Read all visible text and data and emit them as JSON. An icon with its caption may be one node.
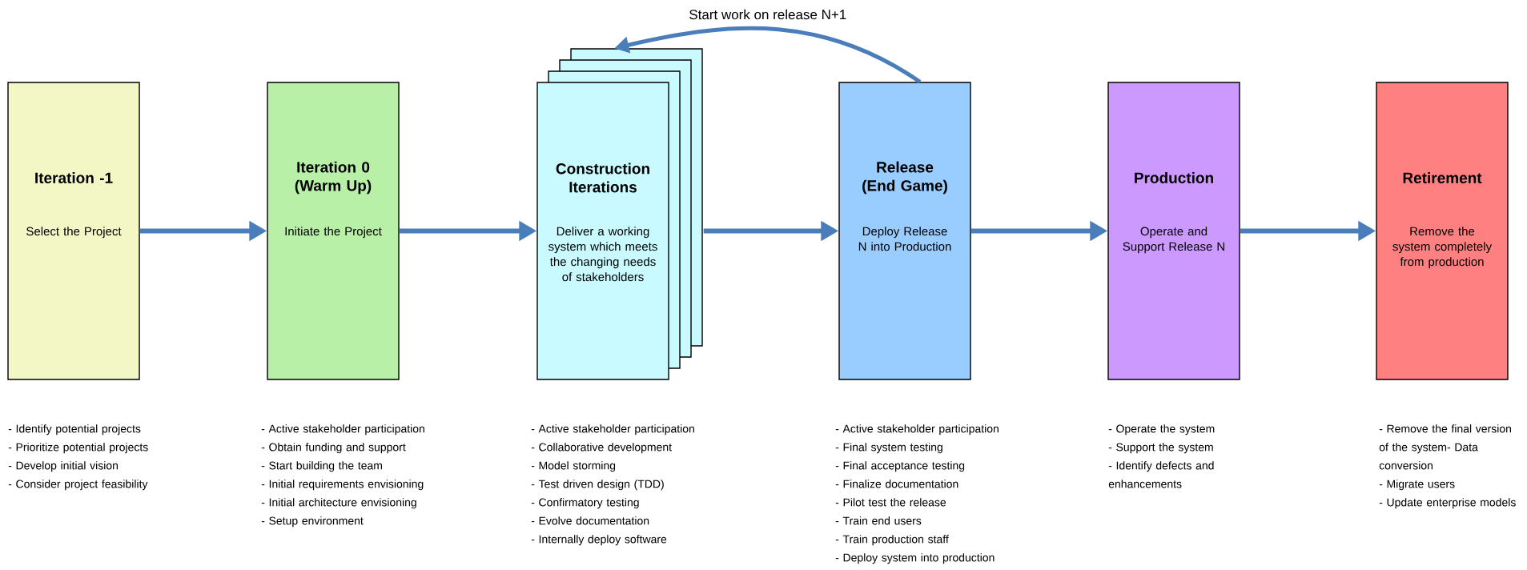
{
  "diagram": {
    "nodes": [
      {
        "text": [
          "Iteration -1",
          "Select the Project"
        ],
        "beside": [
          "- Identify potential projects",
          "- Prioritize potential projects",
          "- Develop initial vision",
          "- Consider project feasibility"
        ]
      },
      {
        "text": [
          "Iteration 0 (Warm Up)",
          "Initiate the Project"
        ],
        "beside": [
          "- Active stakeholder participation",
          "- Obtain funding and support",
          "- Start building the team",
          "- Initial requirements envisioning",
          "- Initial architecture envisioning",
          "- Setup environment"
        ]
      },
      {
        "text": [
          "Construction Iterations",
          "Deliver a working system which meets the changing needs of stakeholders"
        ],
        "beside": [
          "- Active stakeholder participation",
          "- Collaborative development",
          "- Model storming",
          "- Test driven design (TDD)",
          "- Confirmatory testing",
          "- Evolve documentation",
          "- Internally deploy software"
        ]
      },
      {
        "text": [
          "Release (End Game)",
          "Deploy Release N into Production"
        ],
        "beside": [
          "- Active stakeholder participation",
          "- Final system testing",
          "- Final acceptance testing",
          "- Finalize documentation",
          "- Pilot test the release",
          "- Train end users",
          "- Train production staff",
          "- Deploy system into production"
        ]
      },
      {
        "text": [
          "Production",
          "Operate and Support Release N"
        ],
        "beside": [
          "- Operate the system",
          "- Support the system",
          "- Identify defects and enhancements"
        ]
      },
      {
        "text": [
          "Retirement",
          "Remove the system completely from production"
        ],
        "beside": [
          "- Remove the final version of the system- Data conversion",
          "- Migrate users",
          "- Update enterprise models"
        ]
      }
    ],
    "edges": [
      {
        "from": 0,
        "to": 1,
        "arrow": "to"
      },
      {
        "from": 1,
        "to": 2,
        "arrow": "to"
      },
      {
        "from": 2,
        "to": 3,
        "arrow": "to"
      },
      {
        "from": 3,
        "to": 4,
        "arrow": "to"
      },
      {
        "from": 4,
        "to": 5,
        "arrow": "to"
      },
      {
        "from": 3,
        "to": 2,
        "arrow": "to",
        "label": "Start work on release N+1"
      }
    ]
  }
}
